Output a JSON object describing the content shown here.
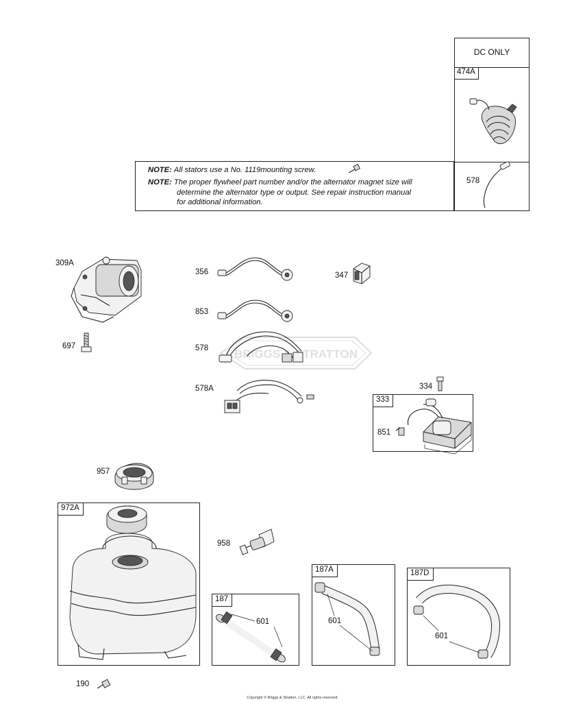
{
  "dc_box": {
    "header": "DC ONLY",
    "part_474a": "474A",
    "part_578": "578"
  },
  "notes": {
    "note1_label": "NOTE:",
    "note1_text": "All stators use a No. 1119mounting screw.",
    "note2_label": "NOTE:",
    "note2_line1": "The proper flywheel part number and/or the alternator magnet size will",
    "note2_line2": "determine the alternator type or output. See repair instruction manual",
    "note2_line3": "for additional information."
  },
  "parts": {
    "p309a": "309A",
    "p697": "697",
    "p356": "356",
    "p853": "853",
    "p578": "578",
    "p578a": "578A",
    "p347": "347",
    "p334": "334",
    "p333": "333",
    "p851": "851",
    "p957": "957",
    "p972a": "972A",
    "p958": "958",
    "p187": "187",
    "p187_601": "601",
    "p187a": "187A",
    "p187a_601": "601",
    "p187d": "187D",
    "p187d_601": "601",
    "p190": "190"
  },
  "watermark": "BRIGGS & STRATTON",
  "copyright": "Copyright © Briggs & Stratton, LLC. All rights reserved."
}
